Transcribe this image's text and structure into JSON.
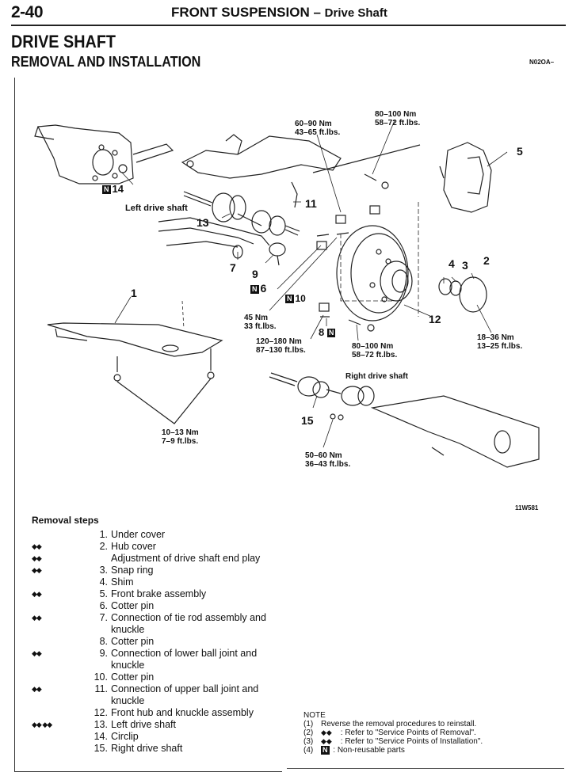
{
  "header": {
    "page_number": "2-40",
    "section": "FRONT SUSPENSION",
    "separator": " – ",
    "subsection": "Drive Shaft"
  },
  "title": "DRIVE SHAFT",
  "subtitle": "REMOVAL AND INSTALLATION",
  "doc_code": "N02OA–",
  "figure": {
    "code": "11W581",
    "non_reusable_mark": "N",
    "labels": {
      "left_drive_shaft": "Left drive shaft",
      "right_drive_shaft": "Right drive shaft"
    },
    "part_numbers": [
      "1",
      "2",
      "3",
      "4",
      "5",
      "6",
      "7",
      "8",
      "9",
      "10",
      "11",
      "12",
      "13",
      "14",
      "15"
    ],
    "torques": {
      "t_60_90": [
        "60–90 Nm",
        "43–65 ft.lbs."
      ],
      "t_80_100_top": [
        "80–100 Nm",
        "58–72 ft.lbs."
      ],
      "t_45": [
        "45 Nm",
        "33 ft.lbs."
      ],
      "t_120_180": [
        "120–180 Nm",
        "87–130 ft.lbs."
      ],
      "t_80_100_bottom": [
        "80–100 Nm",
        "58–72 ft.lbs."
      ],
      "t_18_36": [
        "18–36 Nm",
        "13–25 ft.lbs."
      ],
      "t_10_13": [
        "10–13 Nm",
        "7–9 ft.lbs."
      ],
      "t_50_60": [
        "50–60 Nm",
        "36–43 ft.lbs."
      ]
    }
  },
  "removal_steps": {
    "title": "Removal steps",
    "items": [
      {
        "marks": "",
        "num": "1.",
        "text": "Under cover"
      },
      {
        "marks": "◆◆",
        "num": "2.",
        "text": "Hub cover"
      },
      {
        "marks": "      ◆◆",
        "num": "",
        "text": "Adjustment of drive shaft end play"
      },
      {
        "marks": "◆◆",
        "num": "3.",
        "text": "Snap ring"
      },
      {
        "marks": "",
        "num": "4.",
        "text": "Shim"
      },
      {
        "marks": "◆◆",
        "num": "5.",
        "text": "Front brake assembly"
      },
      {
        "marks": "",
        "num": "6.",
        "text": "Cotter pin"
      },
      {
        "marks": "◆◆",
        "num": "7.",
        "text": "Connection of tie rod assembly and",
        "cont": "knuckle"
      },
      {
        "marks": "",
        "num": "8.",
        "text": "Cotter pin"
      },
      {
        "marks": "◆◆",
        "num": "9.",
        "text": "Connection of lower ball joint and",
        "cont": "knuckle"
      },
      {
        "marks": "",
        "num": "10.",
        "text": "Cotter pin"
      },
      {
        "marks": "◆◆",
        "num": "11.",
        "text": "Connection of upper ball joint and",
        "cont": "knuckle"
      },
      {
        "marks": "",
        "num": "12.",
        "text": "Front hub and knuckle assembly"
      },
      {
        "marks": "◆◆ ◆◆",
        "num": "13.",
        "text": "Left drive shaft"
      },
      {
        "marks": "",
        "num": "14.",
        "text": "Circlip"
      },
      {
        "marks": "",
        "num": "15.",
        "text": "Right drive shaft"
      }
    ]
  },
  "note": {
    "title": "NOTE",
    "items": [
      {
        "key": "(1)",
        "sym": "",
        "text": "Reverse the removal procedures to reinstall."
      },
      {
        "key": "(2)",
        "sym": "◆◆",
        "text": ": Refer to \"Service Points of Removal\"."
      },
      {
        "key": "(3)",
        "sym": "◆◆",
        "text": ": Refer to \"Service Points of Installation\"."
      },
      {
        "key": "(4)",
        "sym": "N",
        "text": ": Non-reusable parts"
      }
    ]
  }
}
